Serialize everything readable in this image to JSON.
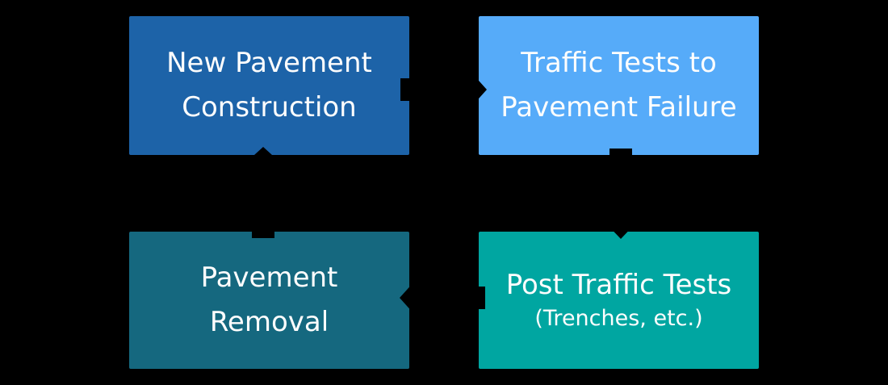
{
  "diagram": {
    "type": "cycle-flow",
    "background_color": "#000000",
    "text_color": "#fdfdfd",
    "nodes": [
      {
        "id": "new-pavement-construction",
        "lines": [
          "New Pavement",
          "Construction"
        ],
        "color": "#1d63a8"
      },
      {
        "id": "traffic-tests-to-pavement-failure",
        "lines": [
          "Traffic Tests to",
          "Pavement Failure"
        ],
        "color": "#56abf9"
      },
      {
        "id": "pavement-removal",
        "lines": [
          "Pavement",
          "Removal"
        ],
        "color": "#15687f"
      },
      {
        "id": "post-traffic-tests",
        "lines": [
          "Post Traffic Tests",
          "(Trenches, etc.)"
        ],
        "color": "#00a6a1"
      }
    ],
    "edges": [
      {
        "from": "new-pavement-construction",
        "to": "traffic-tests-to-pavement-failure",
        "direction": "right",
        "color": "#000000"
      },
      {
        "from": "traffic-tests-to-pavement-failure",
        "to": "post-traffic-tests",
        "direction": "down",
        "color": "#000000"
      },
      {
        "from": "post-traffic-tests",
        "to": "pavement-removal",
        "direction": "left",
        "color": "#000000"
      },
      {
        "from": "pavement-removal",
        "to": "new-pavement-construction",
        "direction": "up",
        "color": "#000000"
      }
    ]
  }
}
